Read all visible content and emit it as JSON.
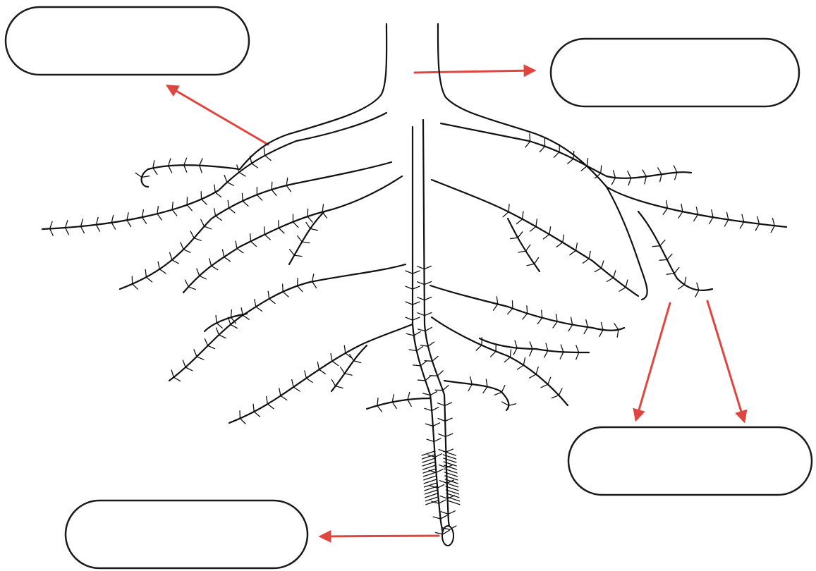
{
  "diagram": {
    "labels": [
      {
        "id": "top-left",
        "text": ""
      },
      {
        "id": "top-right",
        "text": ""
      },
      {
        "id": "bottom-right",
        "text": ""
      },
      {
        "id": "bottom-left",
        "text": ""
      }
    ],
    "colors": {
      "arrow": "#e0453f",
      "outline": "#1a1a1a"
    }
  }
}
